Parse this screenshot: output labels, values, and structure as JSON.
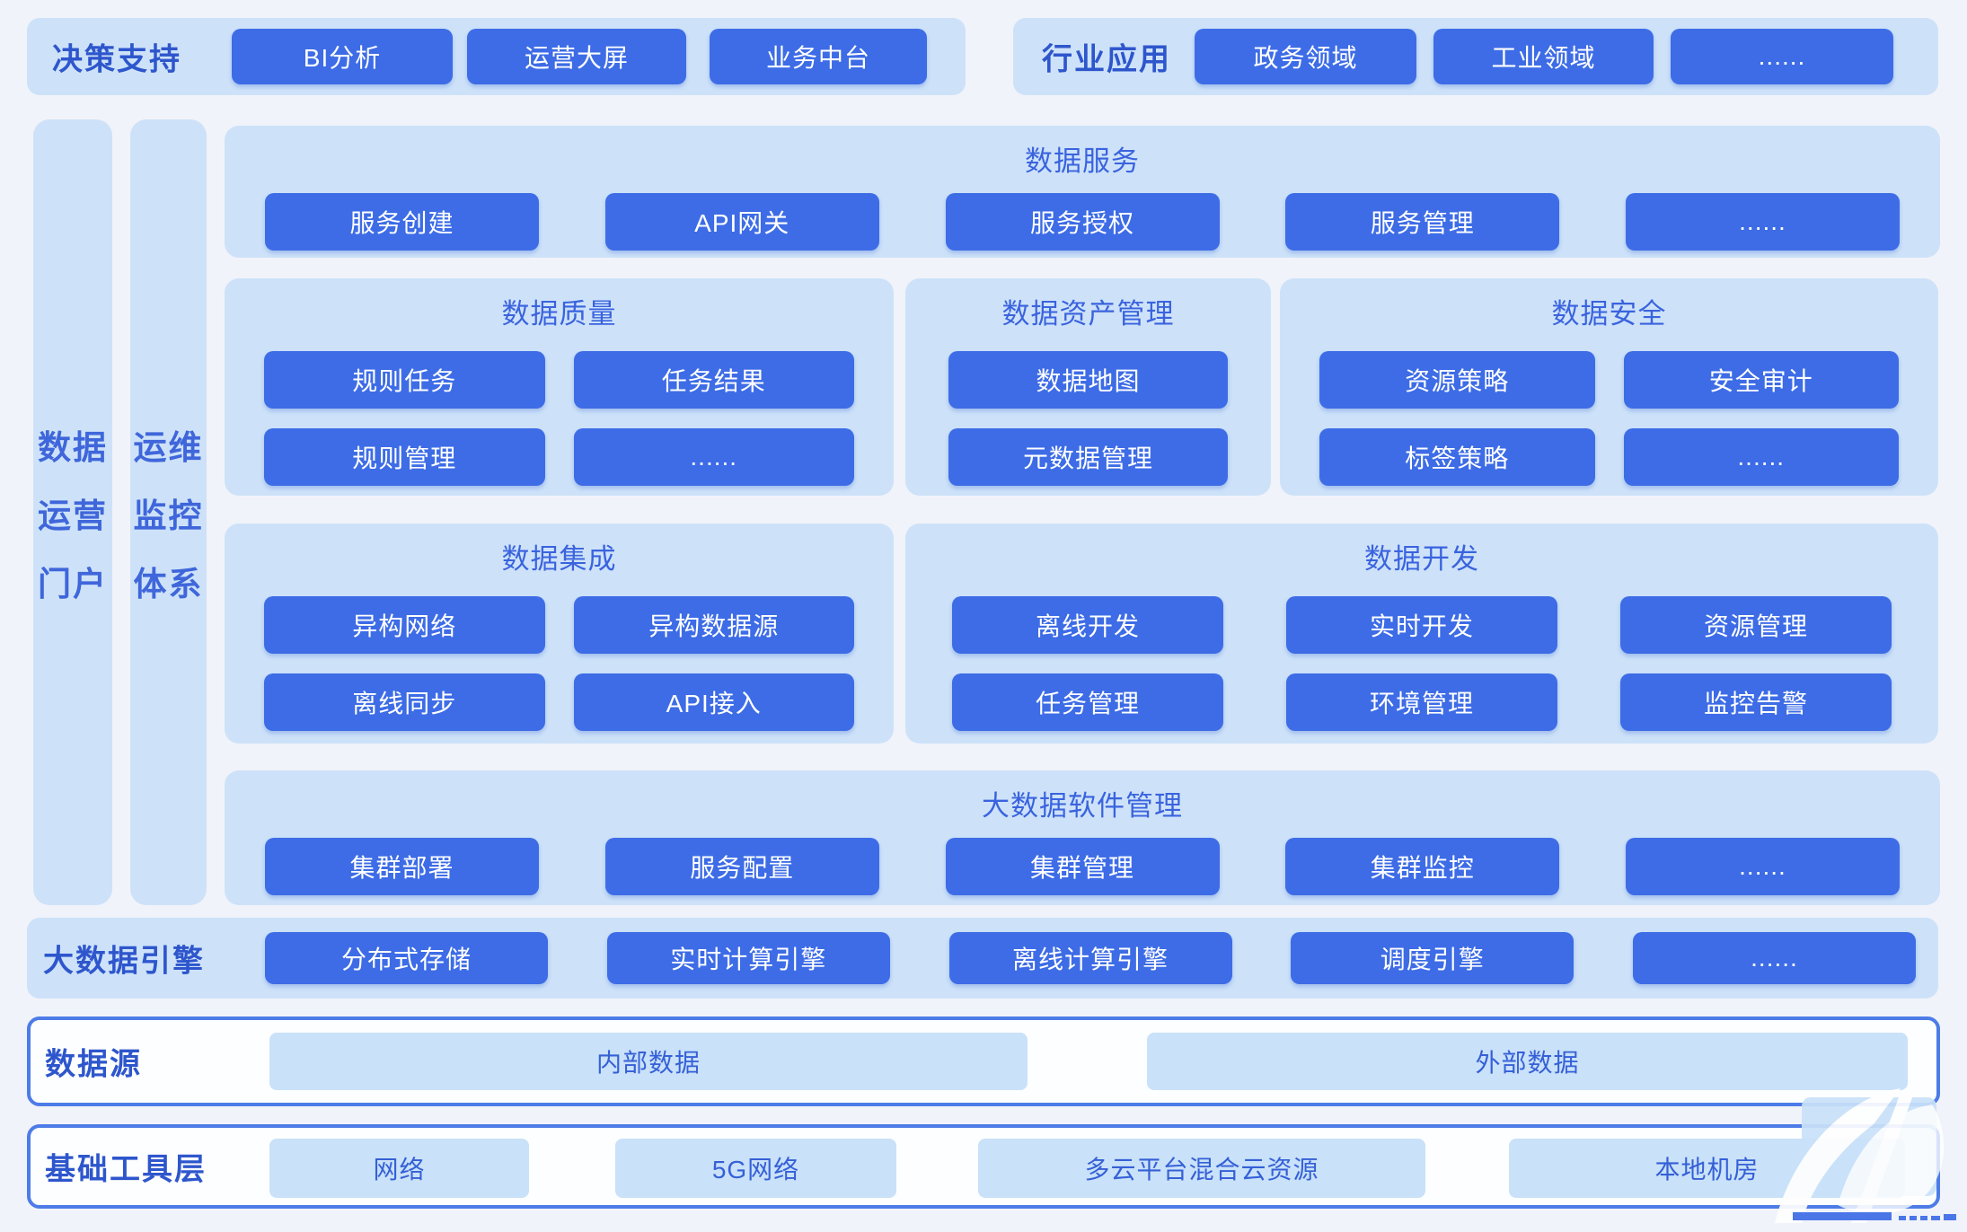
{
  "colors": {
    "page_bg": "#f1f3fa",
    "panel_bg": "#cde2f9",
    "chip_bg": "#3d6ce6",
    "chip_text": "#ffffff",
    "title_text": "#3a63de",
    "label_text": "#2e56cc",
    "outline_border": "#4d7ce8",
    "light_chip_bg": "#c9e1f9",
    "light_chip_text": "#3560d6"
  },
  "top": {
    "decision": {
      "label": "决策支持",
      "buttons": [
        "BI分析",
        "运营大屏",
        "业务中台"
      ]
    },
    "industry": {
      "label": "行业应用",
      "buttons": [
        "政务领域",
        "工业领域",
        "......"
      ]
    }
  },
  "side": {
    "portal": {
      "lines": [
        "数据",
        "运营",
        "门户"
      ]
    },
    "ops": {
      "lines": [
        "运维",
        "监控",
        "体系"
      ]
    }
  },
  "sections": {
    "service": {
      "title": "数据服务",
      "buttons": [
        "服务创建",
        "API网关",
        "服务授权",
        "服务管理",
        "......"
      ]
    },
    "quality": {
      "title": "数据质量",
      "buttons": [
        "规则任务",
        "任务结果",
        "规则管理",
        "......"
      ]
    },
    "asset": {
      "title": "数据资产管理",
      "buttons": [
        "数据地图",
        "元数据管理"
      ]
    },
    "security": {
      "title": "数据安全",
      "buttons": [
        "资源策略",
        "安全审计",
        "标签策略",
        "......"
      ]
    },
    "integration": {
      "title": "数据集成",
      "buttons": [
        "异构网络",
        "异构数据源",
        "离线同步",
        "API接入"
      ]
    },
    "dev": {
      "title": "数据开发",
      "buttons": [
        "离线开发",
        "实时开发",
        "资源管理",
        "任务管理",
        "环境管理",
        "监控告警"
      ]
    },
    "software": {
      "title": "大数据软件管理",
      "buttons": [
        "集群部署",
        "服务配置",
        "集群管理",
        "集群监控",
        "......"
      ]
    }
  },
  "engine": {
    "label": "大数据引擎",
    "buttons": [
      "分布式存储",
      "实时计算引擎",
      "离线计算引擎",
      "调度引擎",
      "......"
    ]
  },
  "datasource": {
    "label": "数据源",
    "buttons": [
      "内部数据",
      "外部数据"
    ]
  },
  "tools": {
    "label": "基础工具层",
    "buttons": [
      "网络",
      "5G网络",
      "多云平台混合云资源",
      "本地机房"
    ]
  },
  "watermark": {
    "icon": "swoosh-logo"
  }
}
